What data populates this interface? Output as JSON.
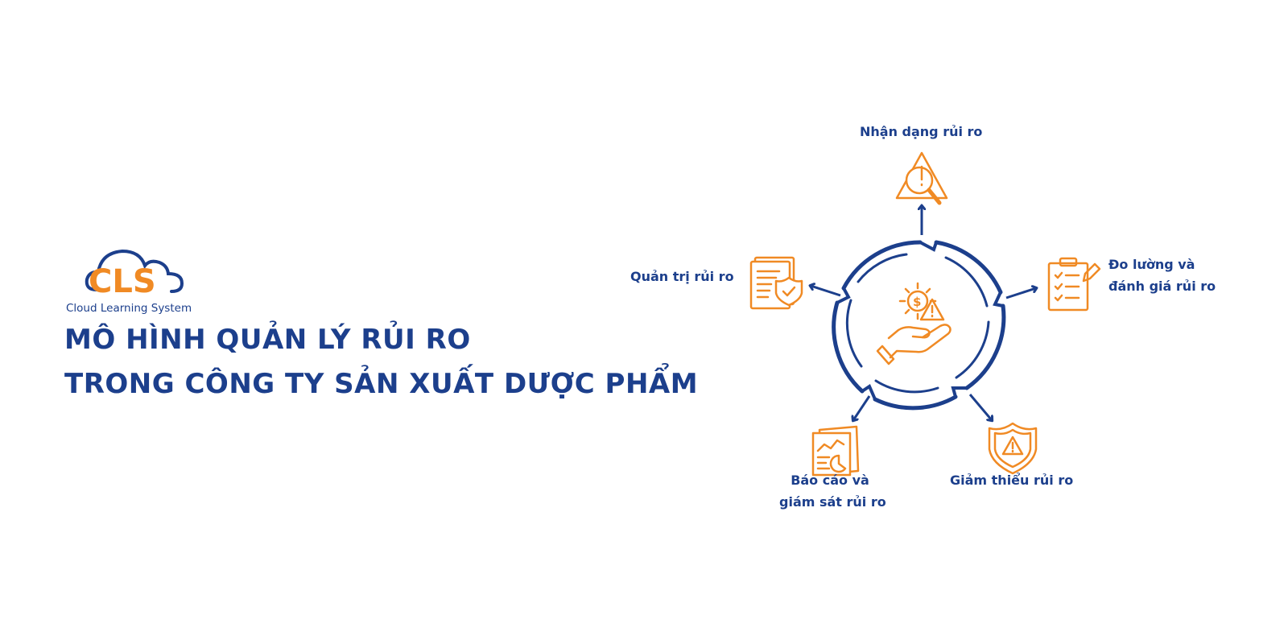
{
  "brand": {
    "logo_text": "CLS",
    "tagline": "Cloud Learning System",
    "primary_color": "#1c3f8c",
    "accent_color": "#f08a24"
  },
  "headline": {
    "line1": "MÔ HÌNH QUẢN LÝ RỦI RO",
    "line2": "TRONG CÔNG TY SẢN XUẤT DƯỢC PHẨM"
  },
  "diagram": {
    "center_icon": "hand-gear-warning-icon",
    "nodes": [
      {
        "id": "identify",
        "label_lines": [
          "Nhận dạng rủi ro"
        ],
        "icon": "warning-magnifier-icon"
      },
      {
        "id": "measure",
        "label_lines": [
          "Đo lường và",
          "đánh giá rủi ro"
        ],
        "icon": "clipboard-checklist-icon"
      },
      {
        "id": "mitigate",
        "label_lines": [
          "Giảm thiểu rủi ro"
        ],
        "icon": "shield-warning-icon"
      },
      {
        "id": "report",
        "label_lines": [
          "Báo cáo và",
          "giám sát rủi ro"
        ],
        "icon": "report-chart-icon"
      },
      {
        "id": "govern",
        "label_lines": [
          "Quản trị rủi ro"
        ],
        "icon": "document-shield-icon"
      }
    ]
  }
}
